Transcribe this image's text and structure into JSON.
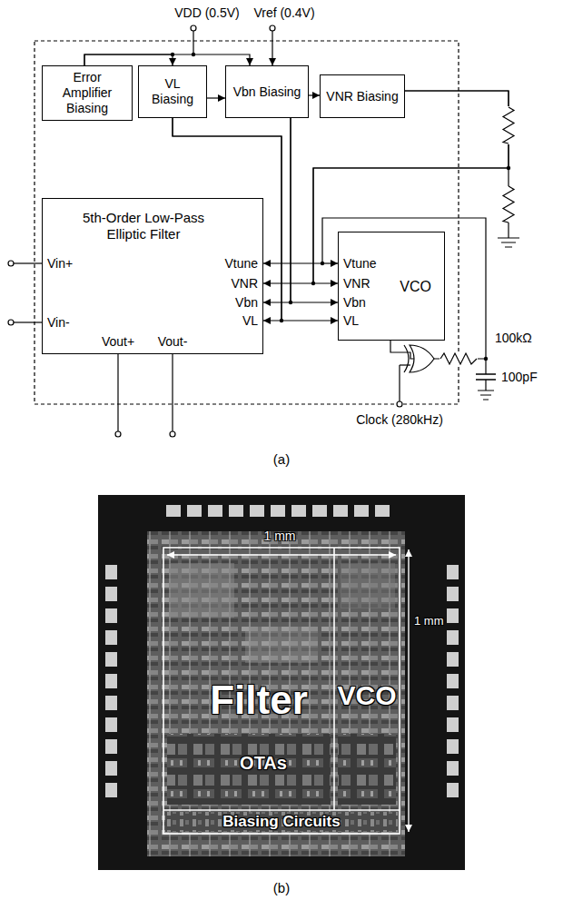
{
  "diagram": {
    "nodes": [
      {
        "text": [
          "Error Amplifier Biasing"
        ]
      },
      {
        "text": [
          "VL Biasing"
        ]
      },
      {
        "text": [
          "Vbn Biasing"
        ]
      },
      {
        "text": [
          "VNR Biasing"
        ]
      },
      {
        "text": [
          "5th-Order Low-Pass Elliptic Filter"
        ]
      },
      {
        "text": [
          "VCO"
        ]
      }
    ],
    "edges": [
      {
        "from": 0,
        "to": 1,
        "arrow": "to"
      },
      {
        "from": 0,
        "to": 2,
        "arrow": "to"
      },
      {
        "from": 1,
        "to": 2,
        "arrow": "to"
      },
      {
        "from": 2,
        "to": 3,
        "arrow": "to"
      },
      {
        "from": 1,
        "to": 4,
        "arrow": "to"
      },
      {
        "from": 1,
        "to": 5,
        "arrow": "to"
      },
      {
        "from": 2,
        "to": 4,
        "arrow": "to"
      },
      {
        "from": 2,
        "to": 5,
        "arrow": "to"
      },
      {
        "from": 3,
        "to": 4,
        "arrow": "to"
      },
      {
        "from": 3,
        "to": 5,
        "arrow": "to"
      },
      {
        "from": 5,
        "to": 4,
        "arrow": "to"
      }
    ],
    "labels": [
      "VDD (0.5V)",
      "Vref (0.4V)",
      "Vin+",
      "Vin-",
      "Vtune",
      "VNR",
      "Vbn",
      "VL",
      "Vout+",
      "Vout-",
      "Vtune",
      "VNR",
      "Vbn",
      "VL",
      "100kΩ",
      "100pF",
      "Clock (280kHz)",
      "(a)",
      "1 mm",
      "1 mm",
      "Filter",
      "VCO",
      "OTAs",
      "Biasing Circuits",
      "(b)"
    ]
  }
}
